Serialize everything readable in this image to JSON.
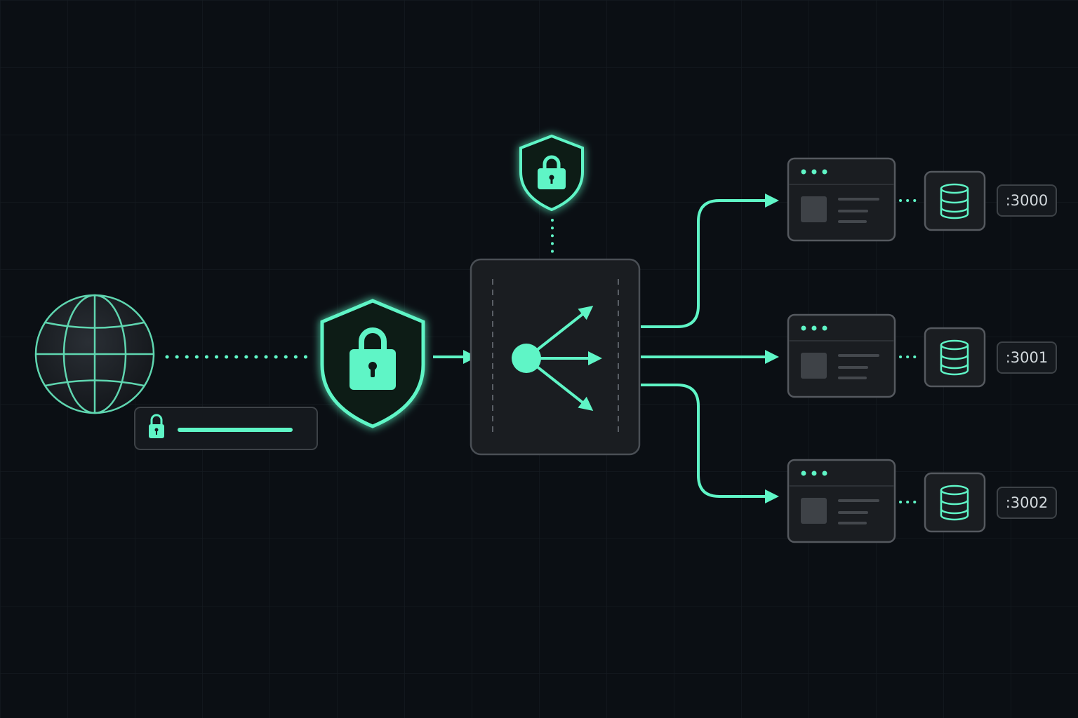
{
  "colors": {
    "background": "#0b0f14",
    "grid": "#141a20",
    "accent": "#5ff5c6",
    "panel": "#1a1d21",
    "panel_border": "#4a4f55",
    "muted": "#3b3f44"
  },
  "icons": {
    "internet": "globe-icon",
    "tls_bar": "padlock-icon",
    "gateway_shield": "shield-lock-icon",
    "policy_shield": "shield-lock-icon",
    "load_balancer": "fan-out-arrows-icon",
    "service_window": "app-window-icon",
    "datastore": "database-icon"
  },
  "services": [
    {
      "port_label": ":3000"
    },
    {
      "port_label": ":3001"
    },
    {
      "port_label": ":3002"
    }
  ]
}
